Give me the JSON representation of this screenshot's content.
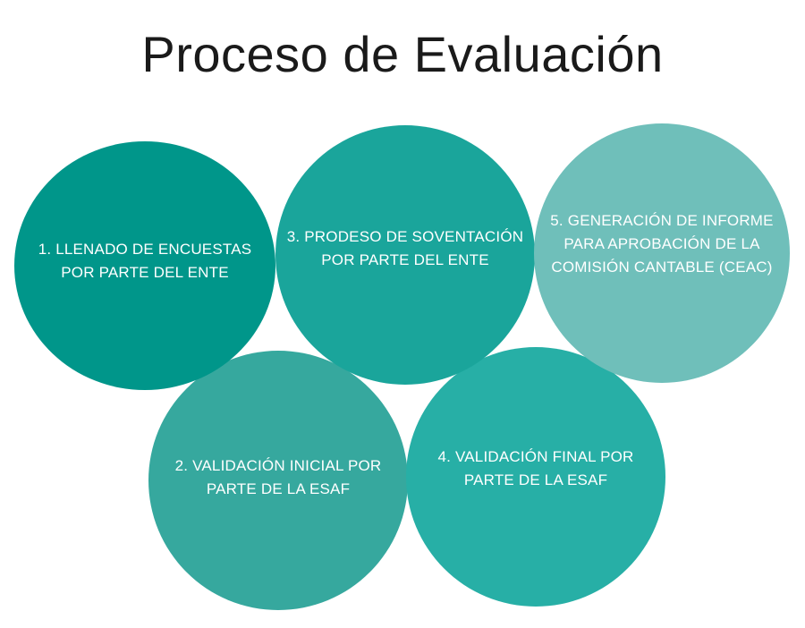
{
  "title": "Proceso de Evaluación",
  "steps": [
    {
      "id": 1,
      "lines": [
        "1. LLENADO DE ENCUESTAS",
        "POR PARTE DEL ENTE"
      ],
      "color": "#00968a"
    },
    {
      "id": 2,
      "lines": [
        "2. VALIDACIÓN INICIAL POR",
        "PARTE DE LA ESAF"
      ],
      "color": "#36a89e"
    },
    {
      "id": 3,
      "lines": [
        "3. PRODESO DE SOVENTACIÓN",
        "POR PARTE DEL ENTE"
      ],
      "color": "#1aa59b"
    },
    {
      "id": 4,
      "lines": [
        "4. VALIDACIÓN FINAL POR",
        "PARTE DE LA ESAF"
      ],
      "color": "#27afa6"
    },
    {
      "id": 5,
      "lines": [
        "5. GENERACIÓN DE INFORME",
        "PARA APROBACIÓN DE LA",
        "COMISIÓN CANTABLE (CEAC)"
      ],
      "color": "#6fbfba"
    }
  ]
}
